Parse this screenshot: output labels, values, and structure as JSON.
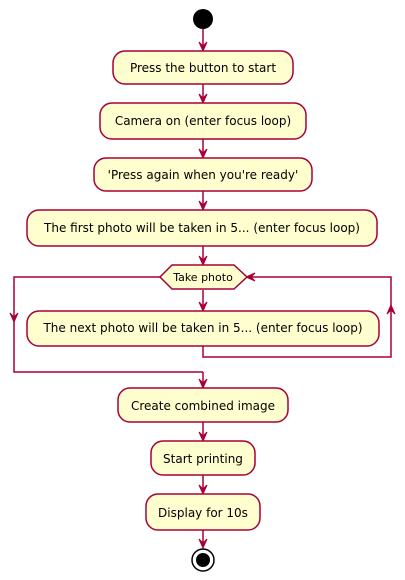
{
  "colors": {
    "node_fill": "#FEFECE",
    "node_border": "#A80036",
    "edge": "#A80036",
    "start_end": "#000000"
  },
  "nodes": {
    "press_start": "Press the button to start",
    "camera_on": "Camera on (enter focus loop)",
    "press_again": "'Press again when you're ready'",
    "first_photo": "The first photo will be taken in 5... (enter focus loop)",
    "take_photo_decision": "Take photo",
    "next_photo": "The next photo will be taken in 5... (enter focus loop)",
    "combine": "Create combined image",
    "printing": "Start printing",
    "display": "Display for 10s"
  }
}
